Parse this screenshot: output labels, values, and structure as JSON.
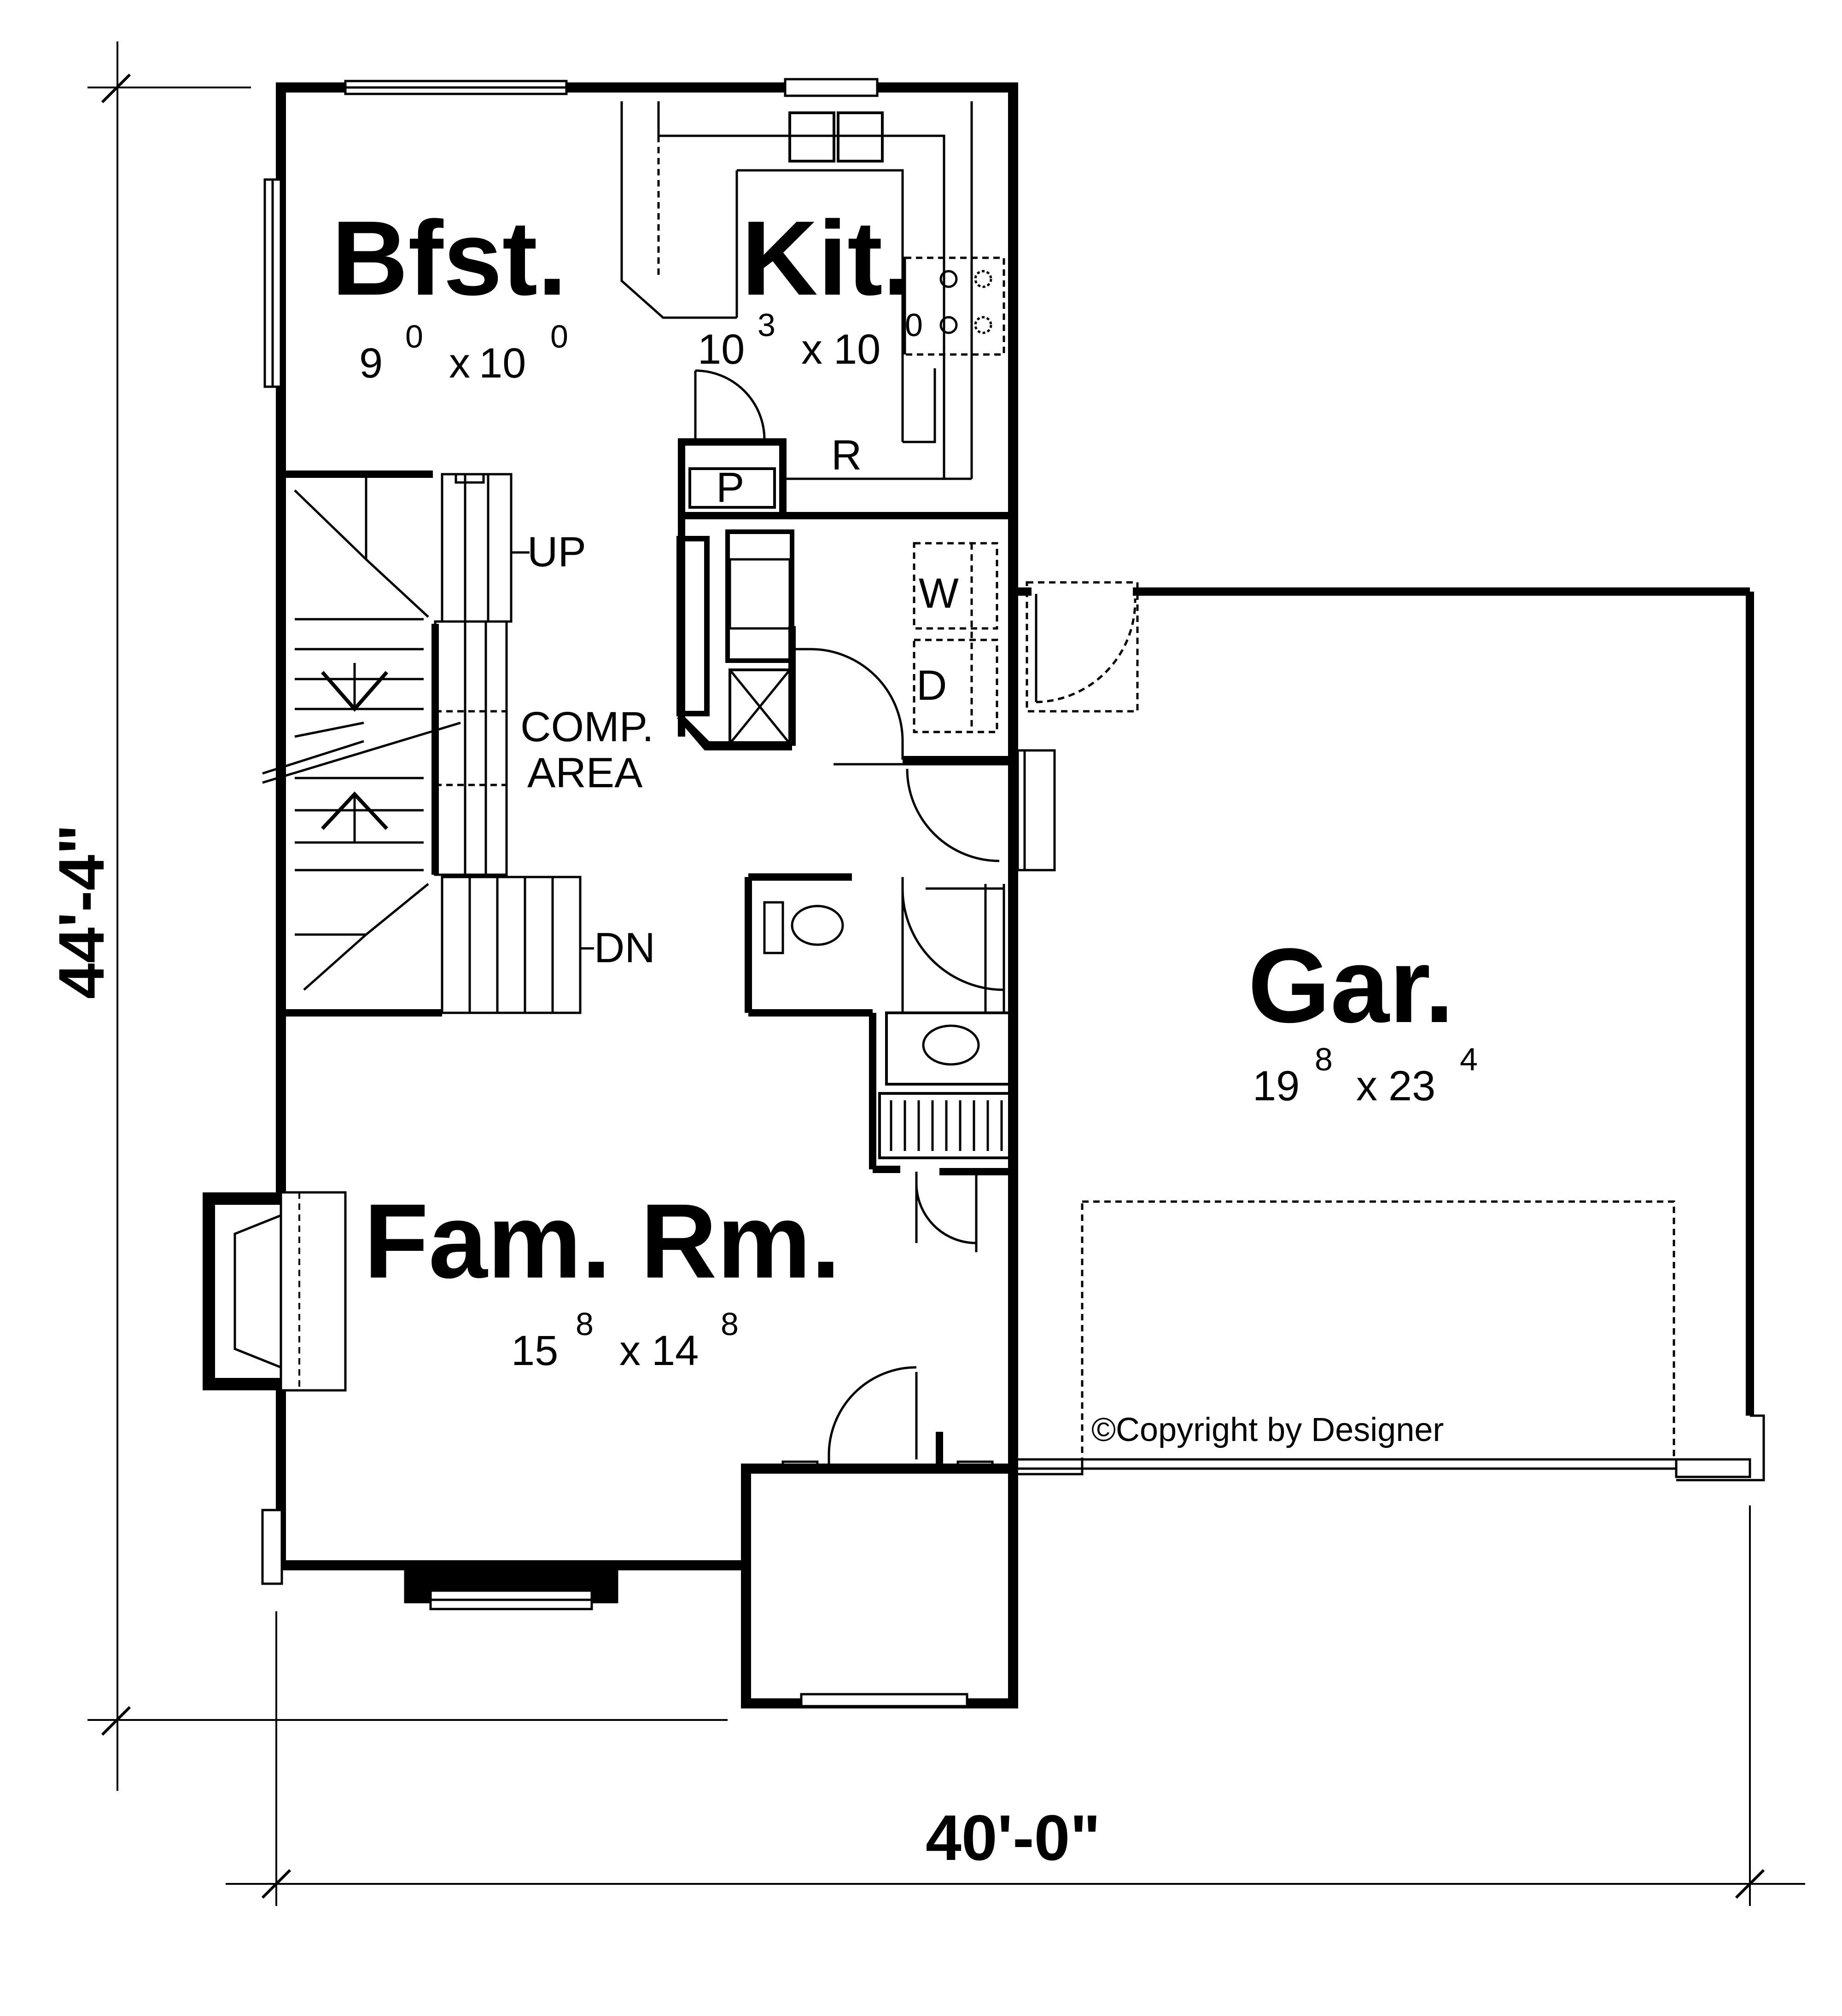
{
  "rooms": {
    "breakfast": {
      "name": "Bfst.",
      "w_ft": "9",
      "w_in": "0",
      "x": "x",
      "d_ft": "10",
      "d_in": "0"
    },
    "kitchen": {
      "name": "Kit.",
      "w_ft": "10",
      "w_in": "3",
      "x": "x",
      "d_ft": "10",
      "d_in": "0"
    },
    "family": {
      "name": "Fam. Rm.",
      "w_ft": "15",
      "w_in": "8",
      "x": "x",
      "d_ft": "14",
      "d_in": "8"
    },
    "garage": {
      "name": "Gar.",
      "w_ft": "19",
      "w_in": "8",
      "x": "x",
      "d_ft": "23",
      "d_in": "4"
    }
  },
  "labels": {
    "pantry": "P",
    "refrigerator": "R",
    "washer": "W",
    "dryer": "D",
    "stairs_up": "UP",
    "stairs_down": "DN",
    "comp_line1": "COMP.",
    "comp_line2": "AREA",
    "copyright": "©Copyright by Designer"
  },
  "overall_dimensions": {
    "depth": "44'-4\"",
    "width": "40'-0\""
  }
}
